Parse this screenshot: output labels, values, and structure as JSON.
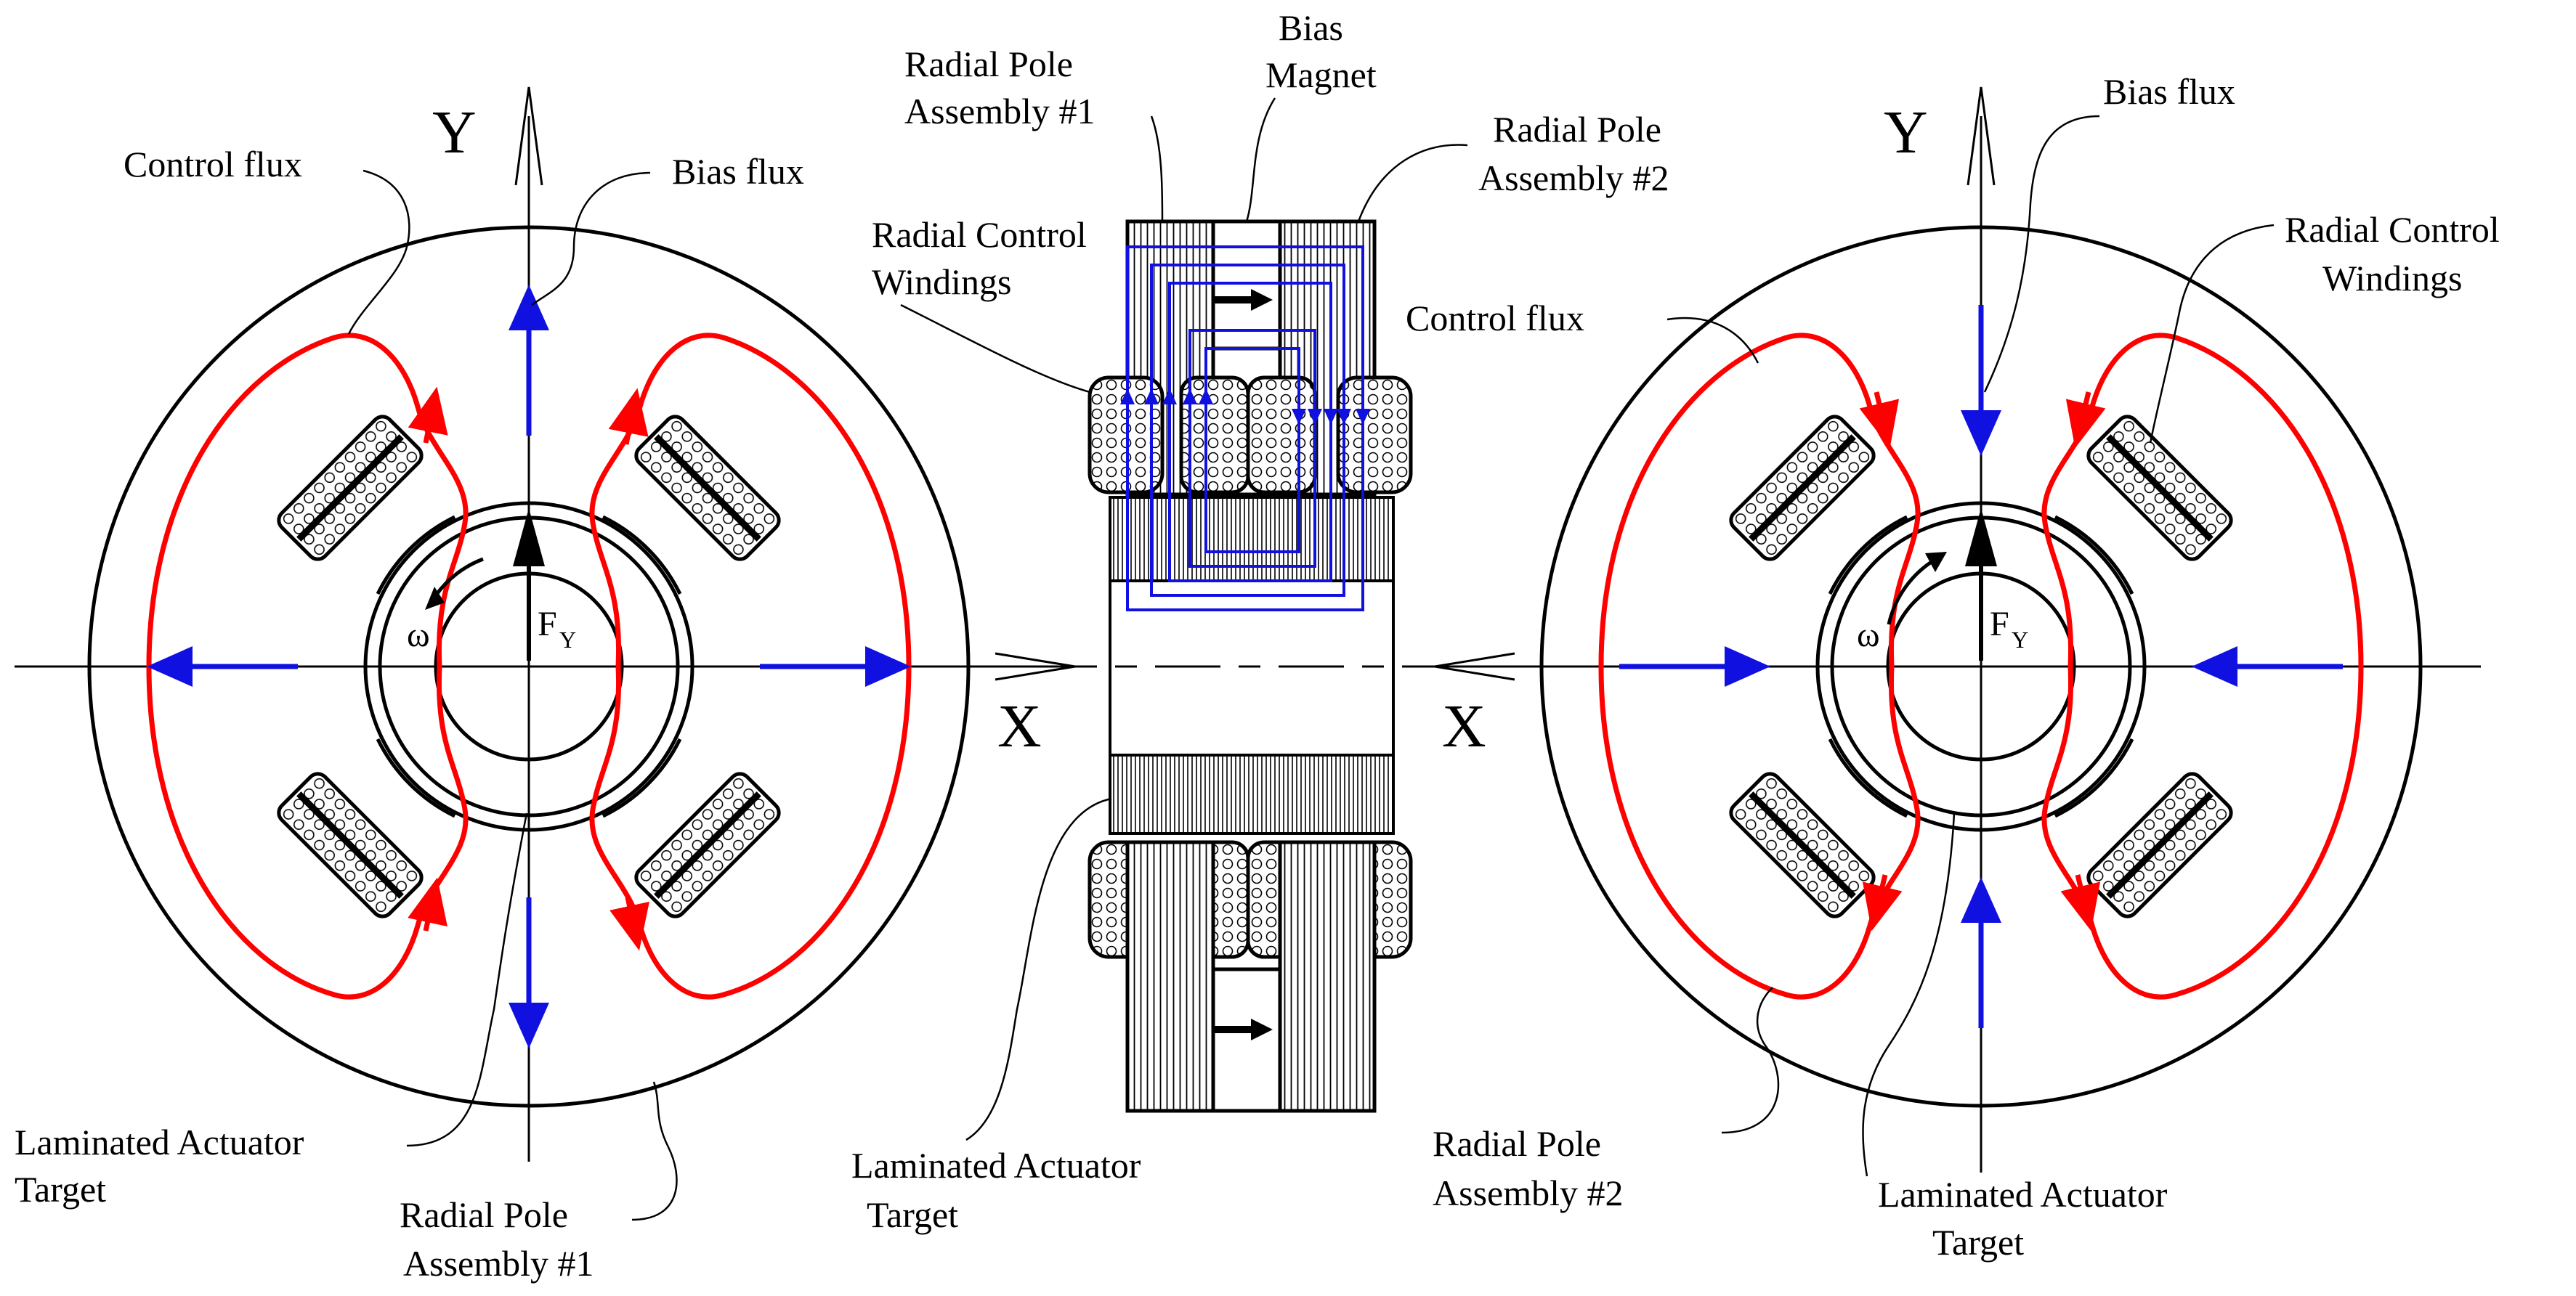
{
  "labels": {
    "left": {
      "y_axis": "Y",
      "x_axis": "X",
      "control_flux": "Control flux",
      "bias_flux": "Bias flux",
      "omega": "ω",
      "force": "F",
      "force_sub": "Y",
      "laminated_target": [
        "Laminated Actuator",
        "Target"
      ],
      "radial_pole": [
        "Radial Pole",
        "Assembly #1"
      ]
    },
    "center": {
      "radial_pole_1": [
        "Radial Pole",
        "Assembly #1"
      ],
      "bias_magnet": [
        "Bias",
        "Magnet"
      ],
      "radial_pole_2": [
        "Radial Pole",
        "Assembly #2"
      ],
      "radial_control_windings": [
        "Radial Control",
        "Windings"
      ],
      "laminated_target": [
        "Laminated Actuator",
        "Target"
      ]
    },
    "right": {
      "y_axis": "Y",
      "x_axis": "X",
      "bias_flux": "Bias flux",
      "radial_control_windings": [
        "Radial Control",
        "Windings"
      ],
      "control_flux": "Control flux",
      "omega": "ω",
      "force": "F",
      "force_sub": "Y",
      "radial_pole": [
        "Radial Pole",
        "Assembly #2"
      ],
      "laminated_target": [
        "Laminated Actuator",
        "Target"
      ]
    }
  },
  "colors": {
    "control_flux": "#ff0000",
    "bias_flux": "#1010e0",
    "line": "#000000"
  }
}
